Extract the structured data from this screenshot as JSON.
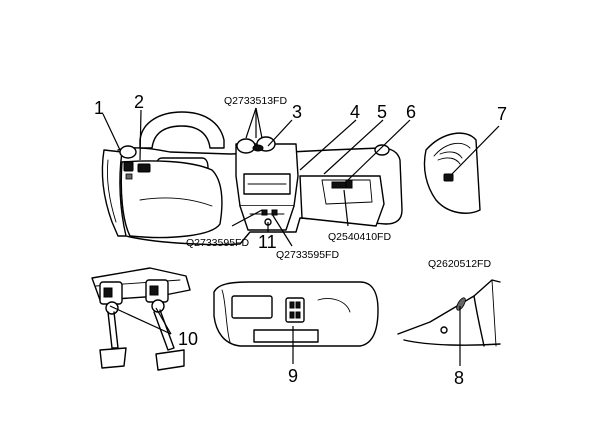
{
  "callouts": {
    "c1": "1",
    "c2": "2",
    "c3": "3",
    "c4": "4",
    "c5": "5",
    "c6": "6",
    "c7": "7",
    "c8": "8",
    "c9": "9",
    "c10": "10",
    "c11": "11"
  },
  "part_codes": {
    "q2733513": "Q2733513FD",
    "q2733595_left": "Q2733595FD",
    "q2733595_right": "Q2733595FD",
    "q2540410": "Q2540410FD",
    "q2620512": "Q2620512FD"
  }
}
